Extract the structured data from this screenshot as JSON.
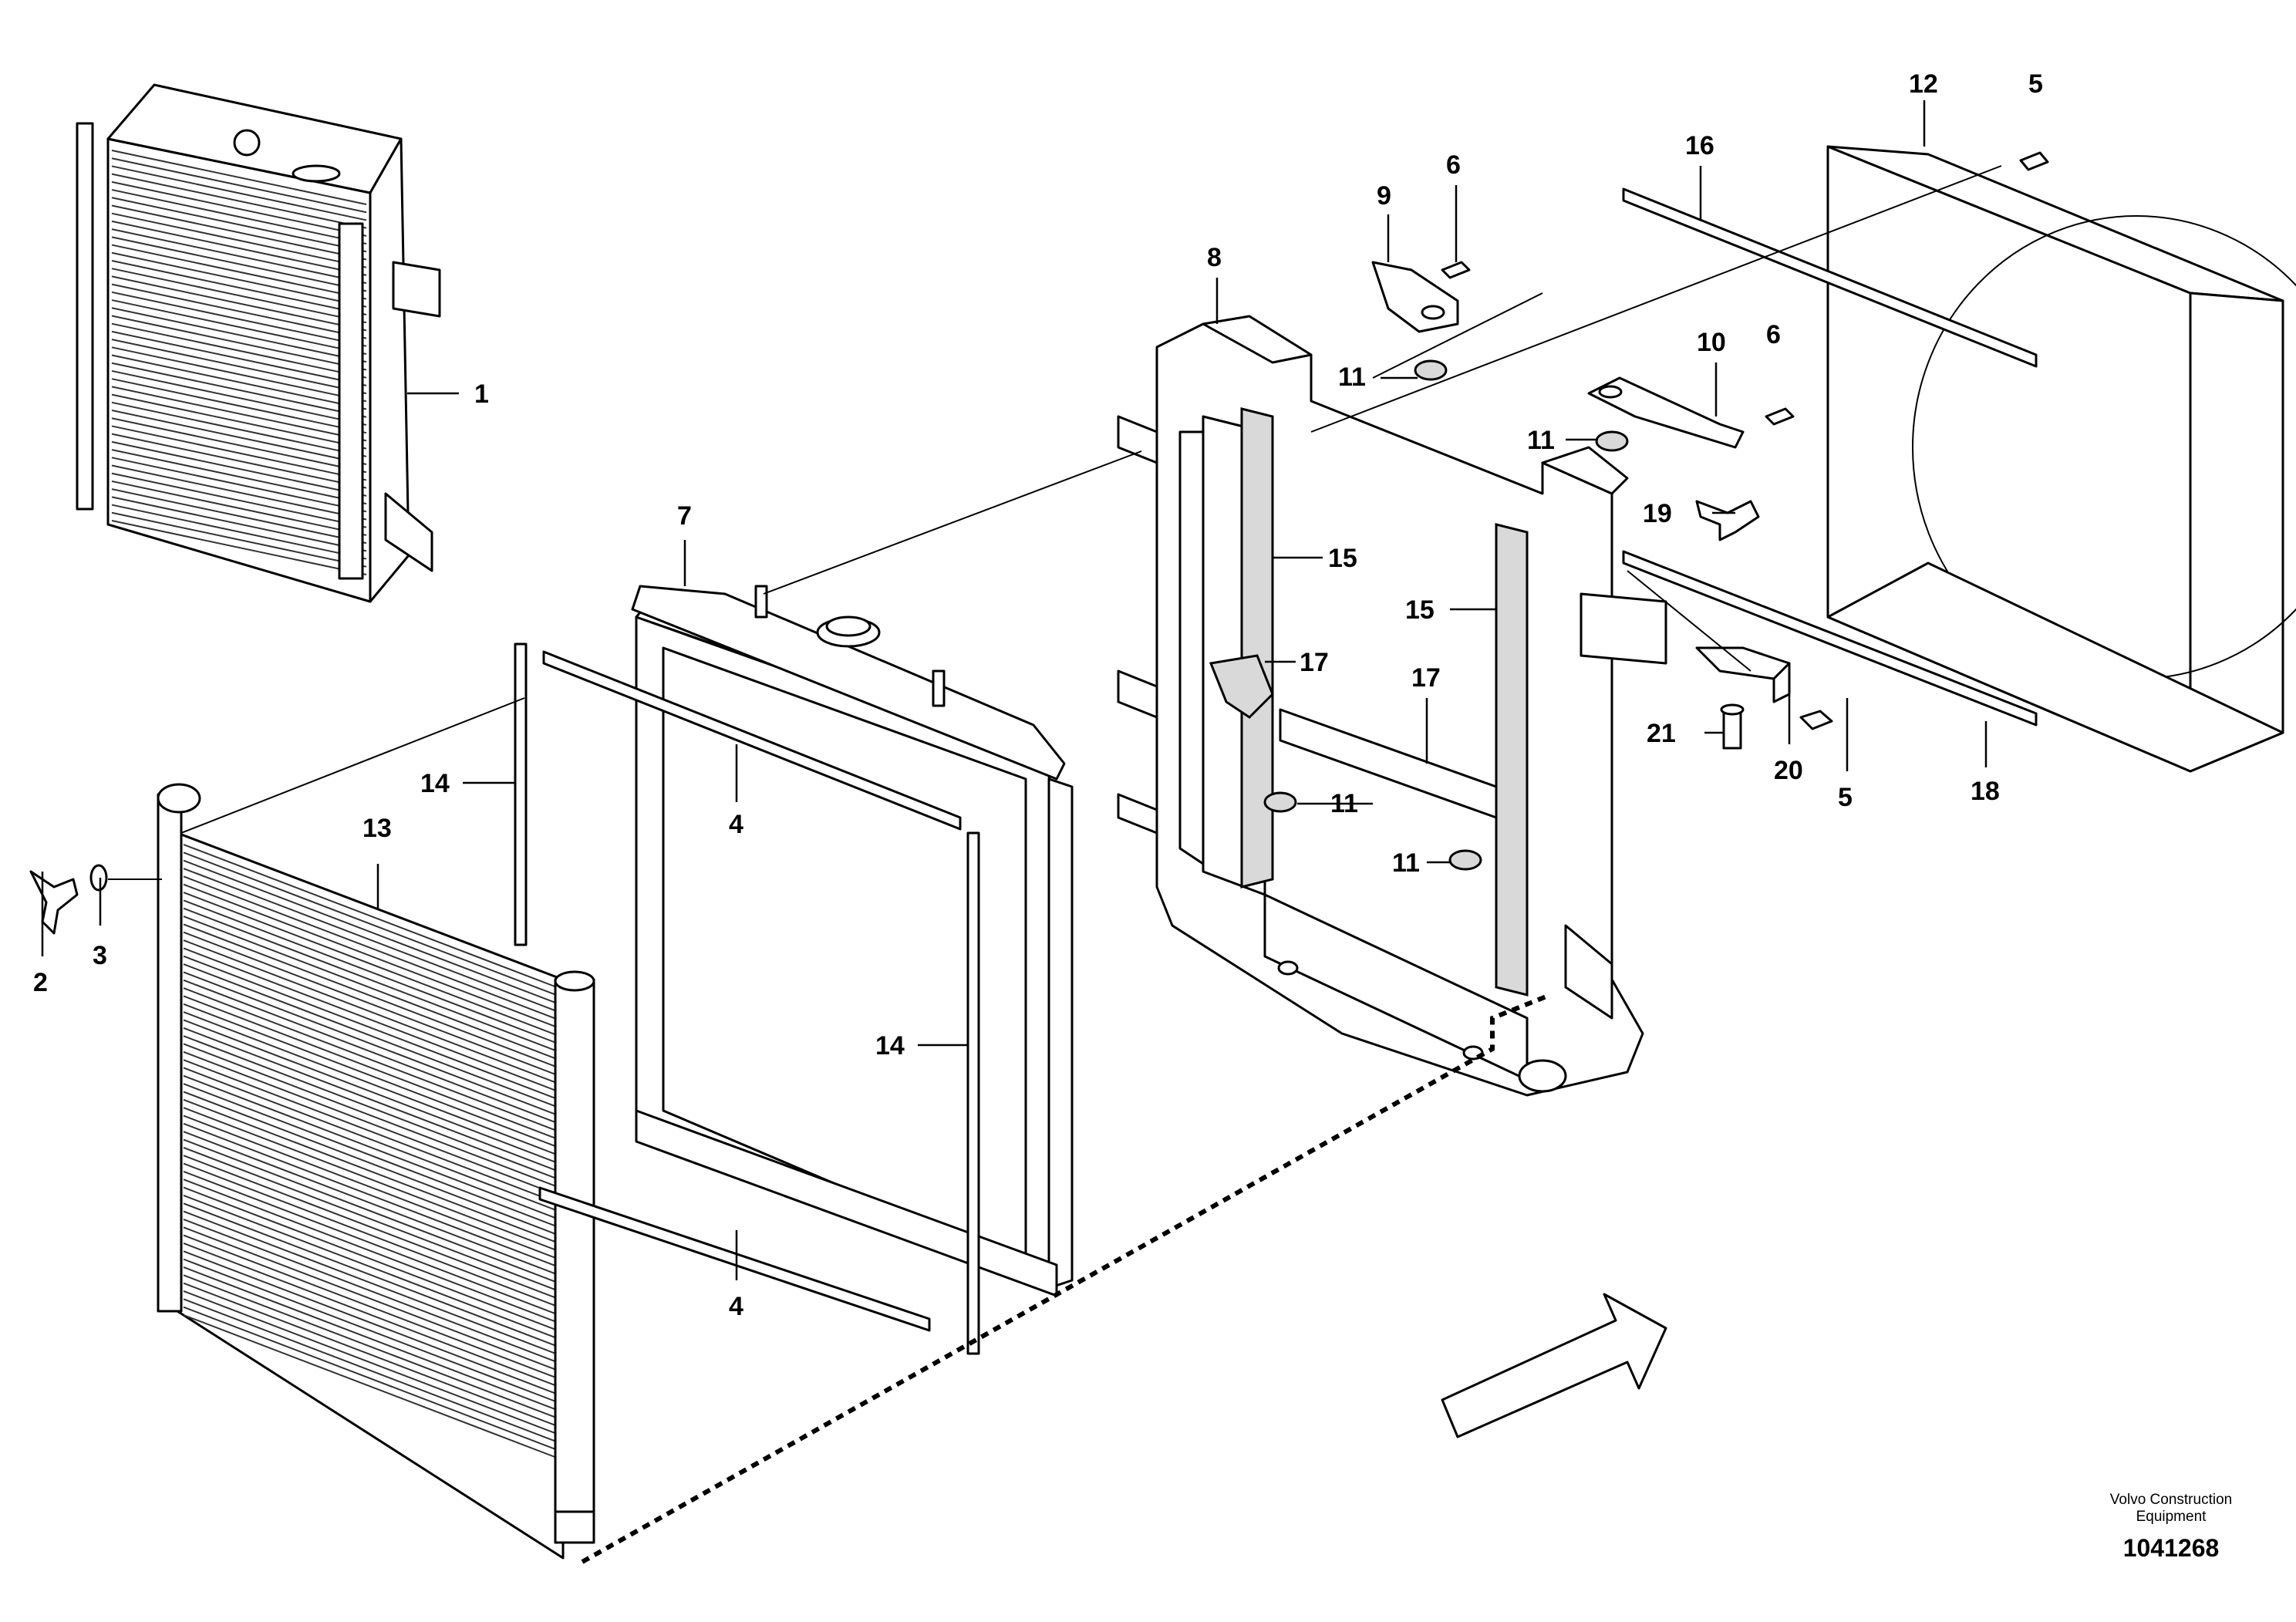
{
  "callouts": {
    "c1": "1",
    "c2": "2",
    "c3": "3",
    "c4a": "4",
    "c4b": "4",
    "c5a": "5",
    "c5b": "5",
    "c6a": "6",
    "c6b": "6",
    "c7": "7",
    "c8": "8",
    "c9": "9",
    "c10": "10",
    "c11a": "11",
    "c11b": "11",
    "c11c": "11",
    "c11d": "11",
    "c12": "12",
    "c13": "13",
    "c14a": "14",
    "c14b": "14",
    "c15a": "15",
    "c15b": "15",
    "c16": "16",
    "c17a": "17",
    "c17b": "17",
    "c18": "18",
    "c19": "19",
    "c20": "20",
    "c21": "21"
  },
  "footer": {
    "company_line1": "Volvo Construction",
    "company_line2": "Equipment",
    "document_number": "1041268"
  },
  "colors": {
    "line": "#000000",
    "background": "#ffffff",
    "shade": "#d9d9d9"
  }
}
